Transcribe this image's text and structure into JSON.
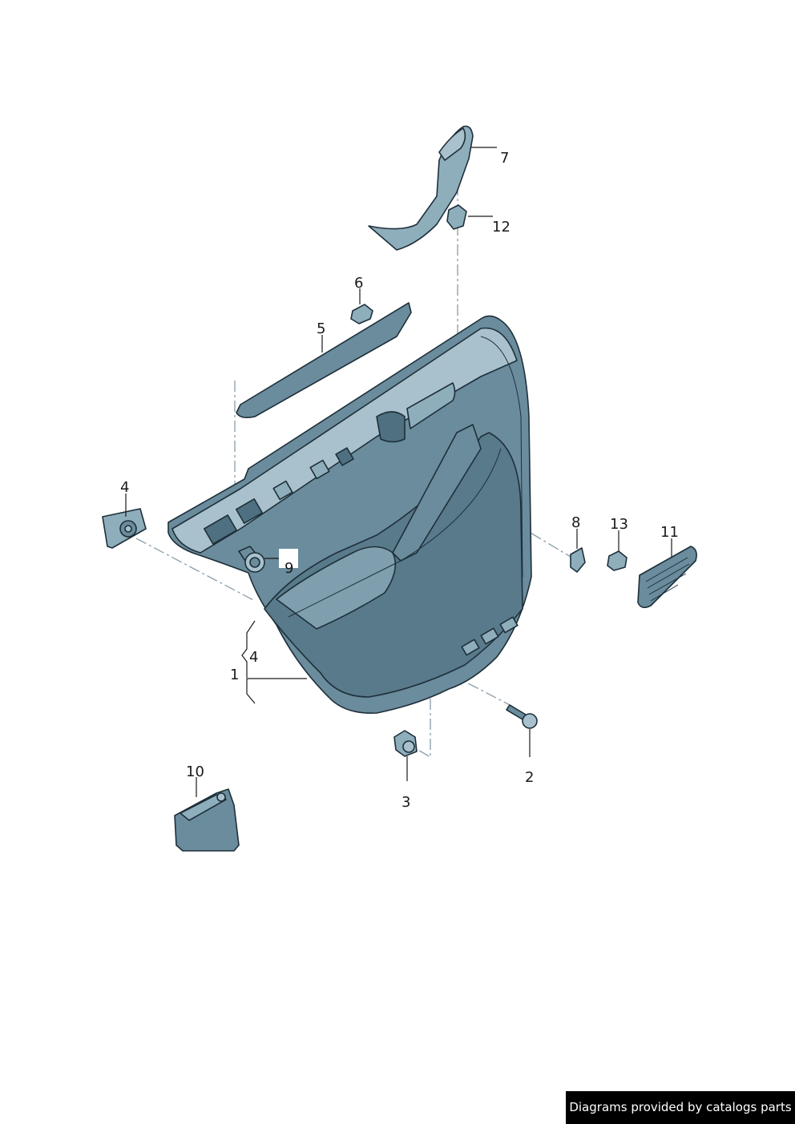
{
  "callouts": {
    "c1": "1",
    "c2": "2",
    "c3": "3",
    "c4a": "4",
    "c4b": "4",
    "c5": "5",
    "c6": "6",
    "c7": "7",
    "c8": "8",
    "c9": "9",
    "c10": "10",
    "c11": "11",
    "c12": "12",
    "c13": "13"
  },
  "footer": {
    "credit": "Diagrams provided by catalogs parts"
  },
  "colors": {
    "panel": "#6a8c9c",
    "panel_dark": "#4f7080",
    "panel_light": "#a9c1cc",
    "outline": "#1e2f3a"
  }
}
